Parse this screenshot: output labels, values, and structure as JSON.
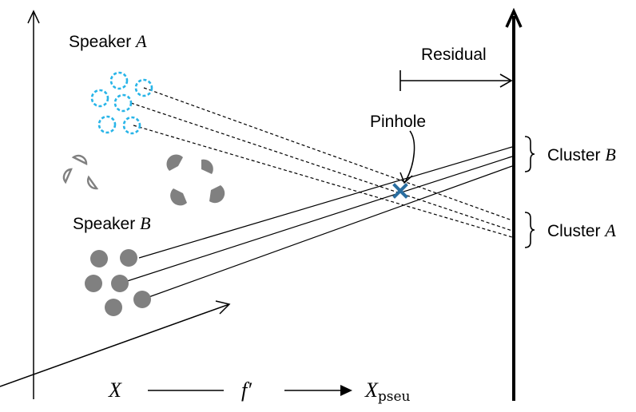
{
  "labels": {
    "speaker_a_prefix": "Speaker",
    "speaker_a_var": "A",
    "speaker_b_prefix": "Speaker",
    "speaker_b_var": "B",
    "residual": "Residual",
    "pinhole": "Pinhole",
    "cluster_b_prefix": "Cluster",
    "cluster_b_var": "B",
    "cluster_a_prefix": "Cluster",
    "cluster_a_var": "A"
  },
  "formula": {
    "input": "X",
    "mapping": "f′",
    "output": "X",
    "output_subscript": "pseu"
  },
  "colors": {
    "speaker_a": "#29b5e8",
    "speaker_b": "#808080",
    "pinhole_marker": "#2a6ea0",
    "outline_gray": "#808080",
    "ink": "#000000"
  },
  "icons": {
    "pinhole": "x-mark-icon",
    "cluster_bracket": "curly-brace-icon"
  }
}
